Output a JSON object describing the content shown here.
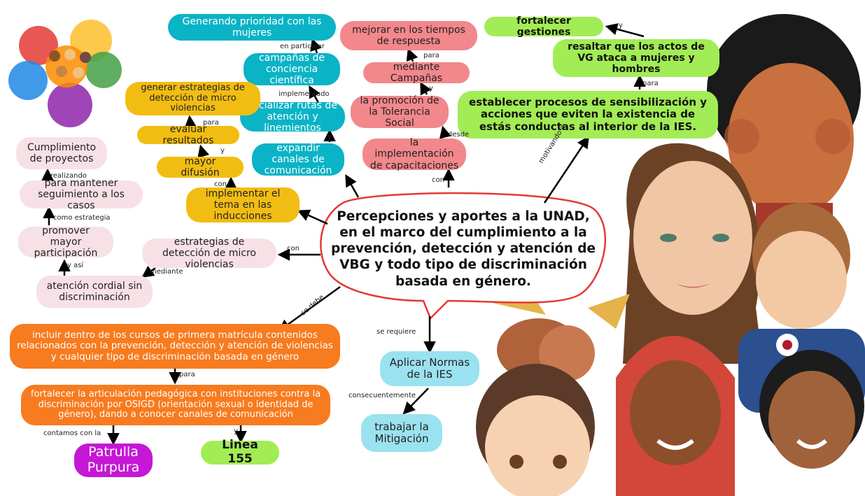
{
  "central_title": "Percepciones y aportes a la UNAD, en el marco del cumplimiento a la prevención, detección y atención de VBG y todo tipo de discriminación basada en género.",
  "colors": {
    "teal": "#0ab3c6",
    "salmon": "#f2878c",
    "yellow": "#f2bd12",
    "pink": "#f7e1e6",
    "orange": "#f77b1f",
    "lime": "#a2ec55",
    "purple": "#c517d6",
    "cyan": "#9ae2ef"
  },
  "icons": [
    "painted-hands-illustration",
    "diverse-faces-illustration"
  ],
  "nodes": {
    "generando": "Generando prioridad con las mujeres",
    "campanas_conciencia": "campañas de conciencia científica",
    "socializar": "socializar rutas de atención y linemientos",
    "expandir": "expandir canales de comunicación",
    "generar_estrategias": "generar estrategias de detección de micro violencias",
    "evaluar": "evaluar resultados",
    "mayor_difusion": "mayor difusión",
    "implementar": "implementar el tema en las inducciones",
    "mejorar": "mejorar en los tiempos de respuesta",
    "mediante_campanas": "mediante Campañas",
    "promocion": "la promoción de la Tolerancia Social",
    "implementacion": "la implementación de capacitaciones",
    "fortalecer_gestiones": "fortalecer gestiones",
    "resaltar": "resaltar que los actos de VG ataca a mujeres y hombres",
    "establecer": "establecer procesos de sensibilización y acciones que eviten la existencia de estás conductas al interior de la IES.",
    "cumplimiento": "Cumplimiento de proyectos",
    "para_mantener": "para mantener seguimiento a los casos",
    "promover": "promover mayor participación",
    "estrategias_deteccion": "estrategias de detección de micro violencias",
    "atencion": "atención cordial sin discriminación",
    "incluir": "incluir dentro de los cursos de primera matrícula contenidos relacionados con la prevención, detección y atención de violencias y cualquier tipo de discriminación basada en género",
    "fortalecer_articulacion": "fortalecer la articulación pedagógica con instituciones contra la discriminación por OSIGD (orientación sexual o identidad de género), dando a conocer canales de comunicación",
    "patrulla": "Patrulla Purpura",
    "linea": "Linea 155",
    "aplicar": "Aplicar Normas de la IES",
    "trabajar": "trabajar la Mitigación"
  },
  "edge_labels": {
    "en_particular": "en particular",
    "implementado": "implementado",
    "y1": "y",
    "para1": "para",
    "y2": "y",
    "con1": "con",
    "para2": "para",
    "y3": "y",
    "desde": "desde",
    "con2": "con",
    "y4": "y",
    "para3": "para",
    "motivando": "motivando a",
    "realizando": "realizando",
    "como_estrategia": "como estrategia",
    "y_asi": "y así",
    "con3": "con",
    "mediante": "mediante",
    "se_debe": "se debe",
    "para4": "para",
    "contamos": "contamos con la",
    "y5": "y",
    "se_requiere": "se requiere",
    "consecuentemente": "consecuentemente"
  }
}
